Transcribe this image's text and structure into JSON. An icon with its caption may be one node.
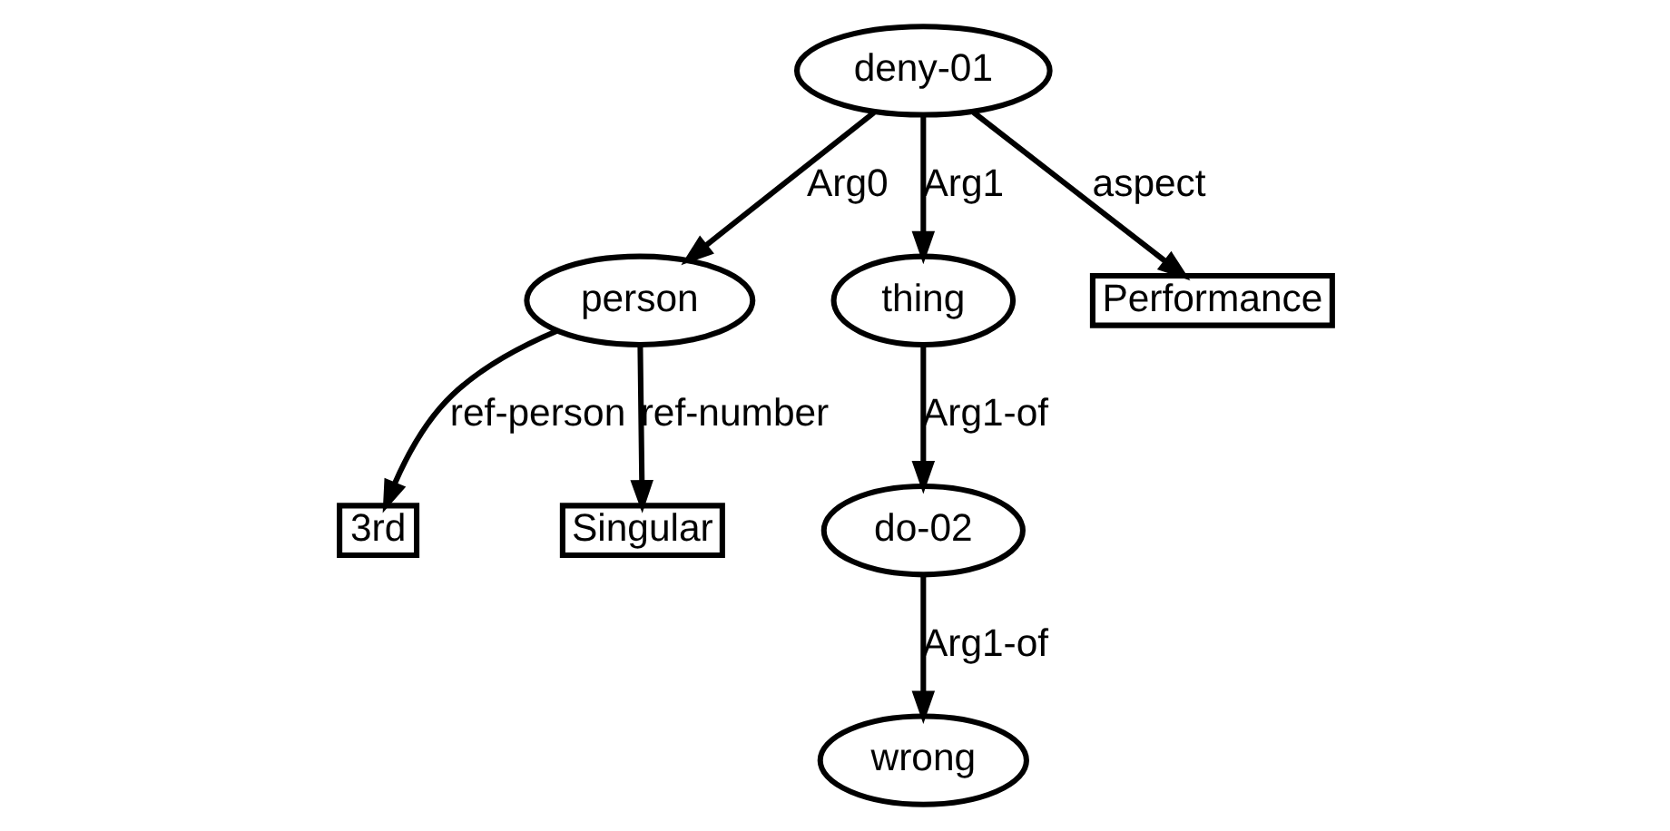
{
  "diagram": {
    "nodes": [
      {
        "text": [
          "deny-01"
        ]
      },
      {
        "text": [
          "person"
        ]
      },
      {
        "text": [
          "thing"
        ]
      },
      {
        "text": [
          "Performance"
        ]
      },
      {
        "text": [
          "3rd"
        ]
      },
      {
        "text": [
          "Singular"
        ]
      },
      {
        "text": [
          "do-02"
        ]
      },
      {
        "text": [
          "wrong"
        ]
      }
    ],
    "edges": [
      {
        "from": 0,
        "to": 1,
        "arrow": "to",
        "label": "Arg0"
      },
      {
        "from": 0,
        "to": 2,
        "arrow": "to",
        "label": "Arg1"
      },
      {
        "from": 0,
        "to": 3,
        "arrow": "to",
        "label": "aspect"
      },
      {
        "from": 1,
        "to": 4,
        "arrow": "to",
        "label": "ref-person"
      },
      {
        "from": 1,
        "to": 5,
        "arrow": "to",
        "label": "ref-number"
      },
      {
        "from": 2,
        "to": 6,
        "arrow": "to",
        "label": "Arg1-of"
      },
      {
        "from": 6,
        "to": 7,
        "arrow": "to",
        "label": "Arg1-of"
      }
    ]
  }
}
